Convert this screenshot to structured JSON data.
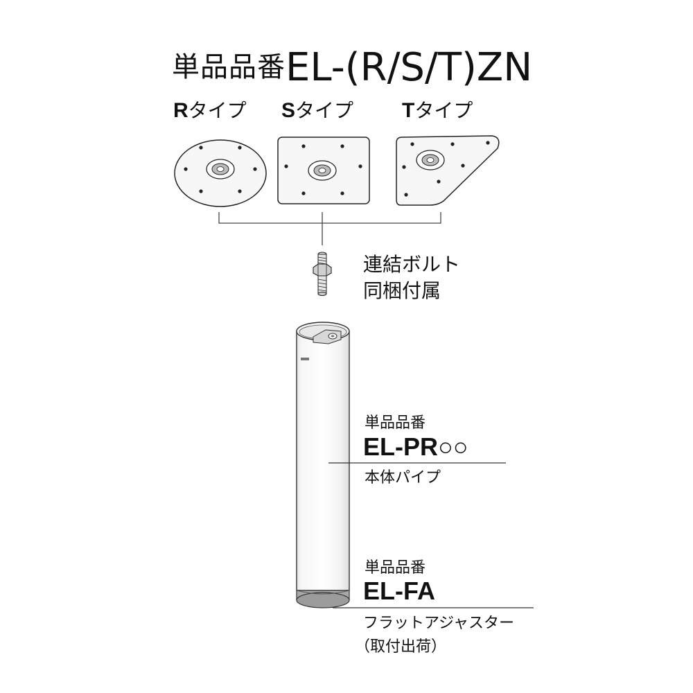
{
  "title": {
    "prefix": "単品品番",
    "code": "EL-(R/S/T)ZN"
  },
  "types": [
    {
      "letter": "R",
      "suffix": "タイプ"
    },
    {
      "letter": "S",
      "suffix": "タイプ"
    },
    {
      "letter": "T",
      "suffix": "タイプ"
    }
  ],
  "bolt": {
    "line1": "連結ボルト",
    "line2": "同梱付属"
  },
  "pipe": {
    "caption": "単品品番",
    "code": "EL-PR○○",
    "name": "本体パイプ"
  },
  "adjuster": {
    "caption": "単品品番",
    "code": "EL-FA",
    "name_line1": "フラットアジャスター",
    "name_line2": "（取付出荷）"
  }
}
